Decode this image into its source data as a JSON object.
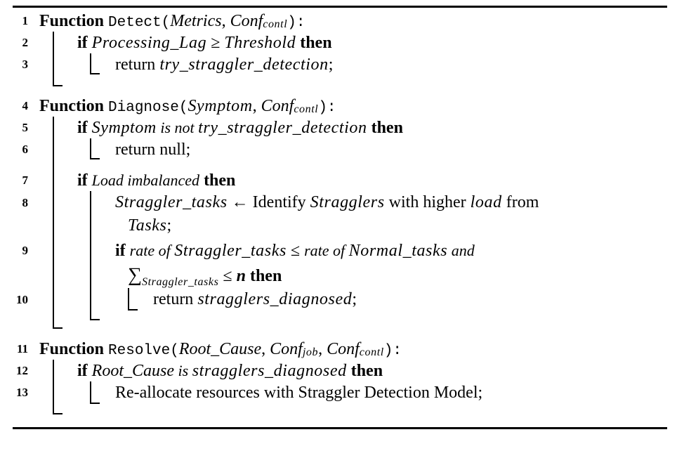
{
  "algorithm": {
    "line_numbers": [
      "1",
      "2",
      "3",
      "4",
      "5",
      "6",
      "7",
      "8",
      "9",
      "10",
      "11",
      "12",
      "13"
    ],
    "l1": {
      "kw": "Function",
      "name": "Detect",
      "open": "(",
      "a1": "Metrics",
      "comma": ", ",
      "a2": "Conf",
      "a2sub": "contl",
      "close": "):"
    },
    "l2": {
      "kw": "if",
      "cond": "Processing_Lag",
      "op": " ≥ ",
      "rhs": "Threshold",
      "then": "then"
    },
    "l3": {
      "ret": "return ",
      "val": "try_straggler_detection",
      "end": ";"
    },
    "l4": {
      "kw": "Function",
      "name": "Diagnose",
      "open": "(",
      "a1": "Symptom",
      "comma": ", ",
      "a2": "Conf",
      "a2sub": "contl",
      "close": "):"
    },
    "l5": {
      "kw": "if",
      "a": "Symptom",
      "mid": " is not ",
      "b": "try_straggler_detection",
      "then": "then"
    },
    "l6": {
      "text": "return null;"
    },
    "l7": {
      "kw": "if",
      "cond": "Load imbalanced",
      "then": "then"
    },
    "l8": {
      "var": "Straggler_tasks",
      "arrow": " ← Identify ",
      "s": "Stragglers",
      "mid": " with higher ",
      "load": "load",
      "from": " from"
    },
    "l8b": {
      "tasks": "Tasks",
      "end": ";"
    },
    "l9": {
      "kw": "if",
      "r1": "rate of ",
      "v1": "Straggler_tasks",
      "op": " ≤ ",
      "r2": "rate of ",
      "v2": "Normal_tasks",
      "and": " and"
    },
    "l9b": {
      "sum": "∑",
      "sub": "Straggler_tasks",
      "op": " ≤ ",
      "n": "n",
      "then": "then"
    },
    "l10": {
      "ret": "return ",
      "val": "stragglers_diagnosed",
      "end": ";"
    },
    "l11": {
      "kw": "Function",
      "name": "Resolve",
      "open": "(",
      "a1": "Root_Cause",
      "comma": ", ",
      "a2": "Conf",
      "a2sub": "job",
      "comma2": ", ",
      "a3": "Conf",
      "a3sub": "contl",
      "close": "):"
    },
    "l12": {
      "kw": "if",
      "a": "Root_Cause",
      "mid": " is ",
      "b": "stragglers_diagnosed",
      "then": "then"
    },
    "l13": {
      "text": "Re-allocate resources with Straggler Detection Model;"
    }
  }
}
